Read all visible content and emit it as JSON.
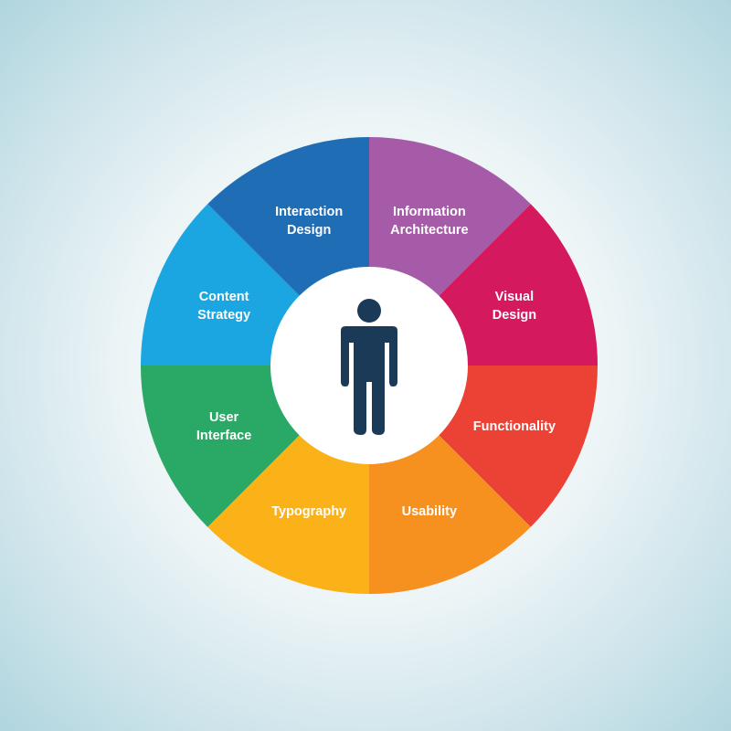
{
  "segments": [
    {
      "lines": [
        "Information",
        "Architecture"
      ],
      "color": "#a55ba7"
    },
    {
      "lines": [
        "Visual",
        "Design"
      ],
      "color": "#d5195f"
    },
    {
      "lines": [
        "Functionality"
      ],
      "color": "#ec4135"
    },
    {
      "lines": [
        "Usability"
      ],
      "color": "#f6901f"
    },
    {
      "lines": [
        "Typography"
      ],
      "color": "#fab218"
    },
    {
      "lines": [
        "User",
        "Interface"
      ],
      "color": "#29a965"
    },
    {
      "lines": [
        "Content",
        "Strategy"
      ],
      "color": "#1ba6e2"
    },
    {
      "lines": [
        "Interaction",
        "Design"
      ],
      "color": "#1f6db5"
    }
  ],
  "center": {
    "icon": "person-icon",
    "icon_color": "#1b3a57",
    "background": "#ffffff"
  }
}
